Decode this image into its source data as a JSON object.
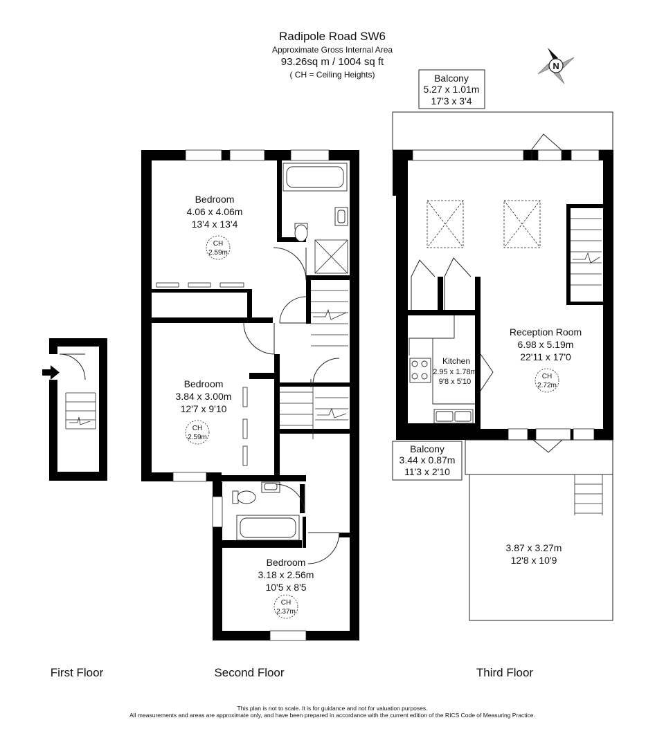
{
  "header": {
    "title": "Radipole Road SW6",
    "subtitle": "Approximate Gross Internal Area",
    "area": "93.26sq m / 1004 sq ft",
    "note": "( CH = Ceiling Heights)"
  },
  "compass": {
    "label": "N"
  },
  "rooms": {
    "bedroom1": {
      "name": "Bedroom",
      "metric": "4.06 x 4.06m",
      "imperial": "13'4 x 13'4",
      "ch_label": "CH",
      "ch_value": "2.59m"
    },
    "bedroom2": {
      "name": "Bedroom",
      "metric": "3.84 x 3.00m",
      "imperial": "12'7 x 9'10",
      "ch_label": "CH",
      "ch_value": "2.59m"
    },
    "bedroom3": {
      "name": "Bedroom",
      "metric": "3.18 x 2.56m",
      "imperial": "10'5 x 8'5",
      "ch_label": "CH",
      "ch_value": "2.37m"
    },
    "reception": {
      "name": "Reception Room",
      "metric": "6.98 x 5.19m",
      "imperial": "22'11 x 17'0",
      "ch_label": "CH",
      "ch_value": "2.72m"
    },
    "kitchen": {
      "name": "Kitchen",
      "metric": "2.95 x 1.78m",
      "imperial": "9'8 x 5'10"
    },
    "balcony_top": {
      "name": "Balcony",
      "metric": "5.27 x 1.01m",
      "imperial": "17'3 x 3'4"
    },
    "balcony_lower": {
      "name": "Balcony",
      "metric": "3.44 x 0.87m",
      "imperial": "11'3 x 2'10"
    },
    "terrace": {
      "metric": "3.87 x 3.27m",
      "imperial": "12'8 x 10'9"
    }
  },
  "floors": {
    "first": "First Floor",
    "second": "Second Floor",
    "third": "Third Floor"
  },
  "footer": {
    "line1": "This plan is not to scale. It is for guidance and not for valuation purposes.",
    "line2": "All measurements and areas are approximate only, and have been prepared in accordance with the current edition of the RICS Code of Measuring Practice."
  }
}
